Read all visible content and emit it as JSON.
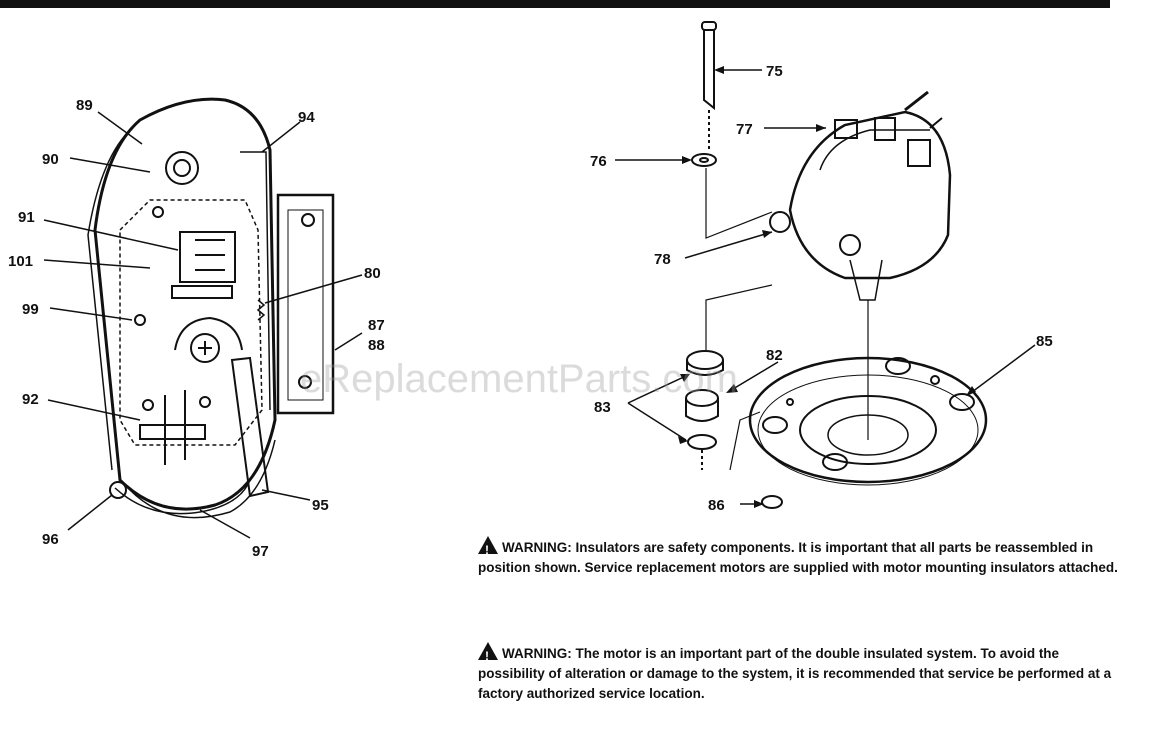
{
  "watermark": "eReplacementParts.com",
  "parts": {
    "p75": "75",
    "p76": "76",
    "p77": "77",
    "p78": "78",
    "p80": "80",
    "p82": "82",
    "p83": "83",
    "p85": "85",
    "p86": "86",
    "p87": "87",
    "p88": "88",
    "p89": "89",
    "p90": "90",
    "p91": "91",
    "p92": "92",
    "p94": "94",
    "p95": "95",
    "p96": "96",
    "p97": "97",
    "p99": "99",
    "p101": "101"
  },
  "warnings": [
    {
      "head": "WARNING:",
      "text": "Insulators are safety components.  It is important that all parts be reassembled in position shown.  Service replacement motors are supplied with motor mounting insulators attached."
    },
    {
      "head": "WARNING:",
      "text": "The motor is an important part of the double insulated system.  To avoid the possibility of alteration or damage to the system, it is recommended that service be performed at a factory authorized service location."
    }
  ]
}
